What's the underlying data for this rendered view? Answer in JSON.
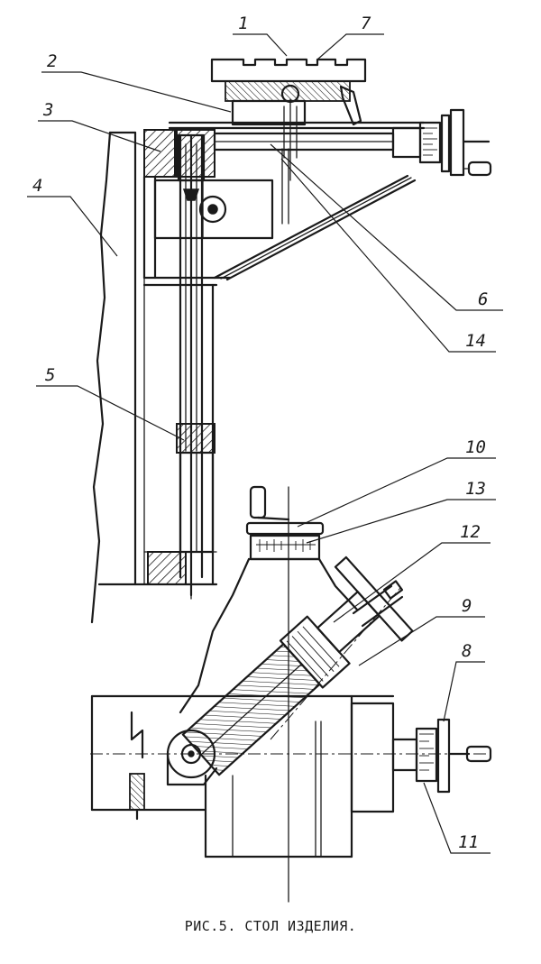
{
  "callouts": [
    {
      "id": "c1",
      "text": "1"
    },
    {
      "id": "c7",
      "text": "7"
    },
    {
      "id": "c2",
      "text": "2"
    },
    {
      "id": "c3",
      "text": "3"
    },
    {
      "id": "c4",
      "text": "4"
    },
    {
      "id": "c6",
      "text": "6"
    },
    {
      "id": "c14",
      "text": "14"
    },
    {
      "id": "c5",
      "text": "5"
    },
    {
      "id": "c10",
      "text": "10"
    },
    {
      "id": "c13",
      "text": "13"
    },
    {
      "id": "c12",
      "text": "12"
    },
    {
      "id": "c9",
      "text": "9"
    },
    {
      "id": "c8",
      "text": "8"
    },
    {
      "id": "c11",
      "text": "11"
    }
  ],
  "caption": "РИС.5. СТОЛ ИЗДЕЛИЯ."
}
